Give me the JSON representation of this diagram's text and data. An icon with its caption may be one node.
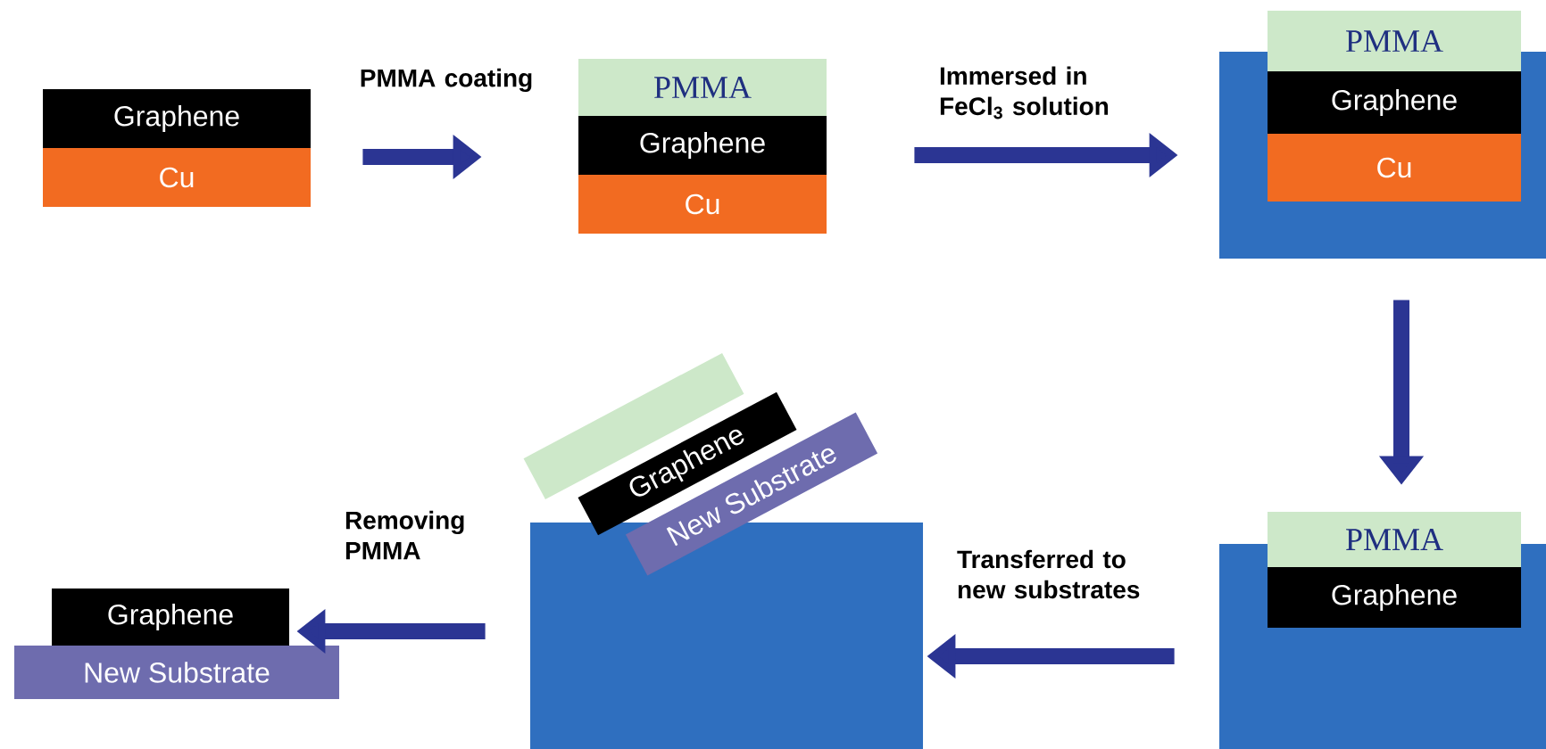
{
  "diagram": {
    "nodes": [
      {
        "text": [
          "Graphene"
        ]
      },
      {
        "text": [
          "Cu"
        ]
      },
      {
        "text": [
          "PMMA"
        ]
      },
      {
        "text": [
          "Graphene"
        ]
      },
      {
        "text": [
          "Cu"
        ]
      },
      {
        "text": [],
        "shape": "box"
      },
      {
        "text": [
          "PMMA"
        ]
      },
      {
        "text": [
          "Graphene"
        ],
        "in": 5
      },
      {
        "text": [
          "Cu"
        ],
        "in": 5
      },
      {
        "text": [],
        "shape": "box"
      },
      {
        "text": [
          "PMMA"
        ]
      },
      {
        "text": [
          "Graphene"
        ],
        "in": 9
      },
      {
        "text": [],
        "shape": "box"
      },
      {
        "text": [],
        "shape": "box"
      },
      {
        "text": [
          "Graphene"
        ]
      },
      {
        "text": [
          "New Substrate"
        ]
      },
      {
        "text": [
          "Graphene"
        ]
      },
      {
        "text": [
          "New Substrate"
        ]
      }
    ],
    "edges": [
      {
        "from": 1,
        "to": 3,
        "arrow": "to",
        "label": "PMMA coating"
      },
      {
        "from": 3,
        "to": 5,
        "arrow": "to",
        "label": "Immersed in FeCl$_{3}$ solution"
      },
      {
        "from": 5,
        "to": 10,
        "arrow": "to"
      },
      {
        "from": 9,
        "to": 13,
        "arrow": "to",
        "label": "Transferred to new substrates"
      },
      {
        "from": 13,
        "to": 16,
        "arrow": "to",
        "label": "Removing PMMA"
      }
    ]
  }
}
